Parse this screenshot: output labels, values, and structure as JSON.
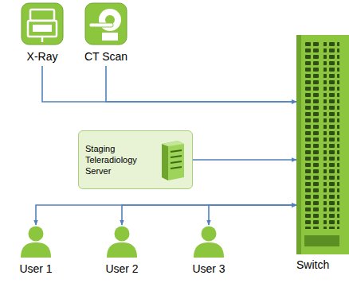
{
  "diagram": {
    "nodes": [
      {
        "text": [
          "X-Ray"
        ]
      },
      {
        "text": [
          "CT Scan"
        ]
      },
      {
        "text": [
          "Staging Teleradiology Server"
        ]
      },
      {
        "text": [
          "Switch"
        ]
      },
      {
        "text": [
          "User 1"
        ]
      },
      {
        "text": [
          "User 2"
        ]
      },
      {
        "text": [
          "User 3"
        ]
      }
    ],
    "edges": [
      {
        "from": 0,
        "to": 3,
        "arrow": "to"
      },
      {
        "from": 1,
        "to": 3,
        "arrow": "to"
      },
      {
        "from": 2,
        "to": 3,
        "arrow": "to"
      },
      {
        "from": 3,
        "to": 4,
        "arrow": "both"
      },
      {
        "from": 3,
        "to": 5,
        "arrow": "both"
      },
      {
        "from": 3,
        "to": 6,
        "arrow": "both"
      }
    ]
  }
}
